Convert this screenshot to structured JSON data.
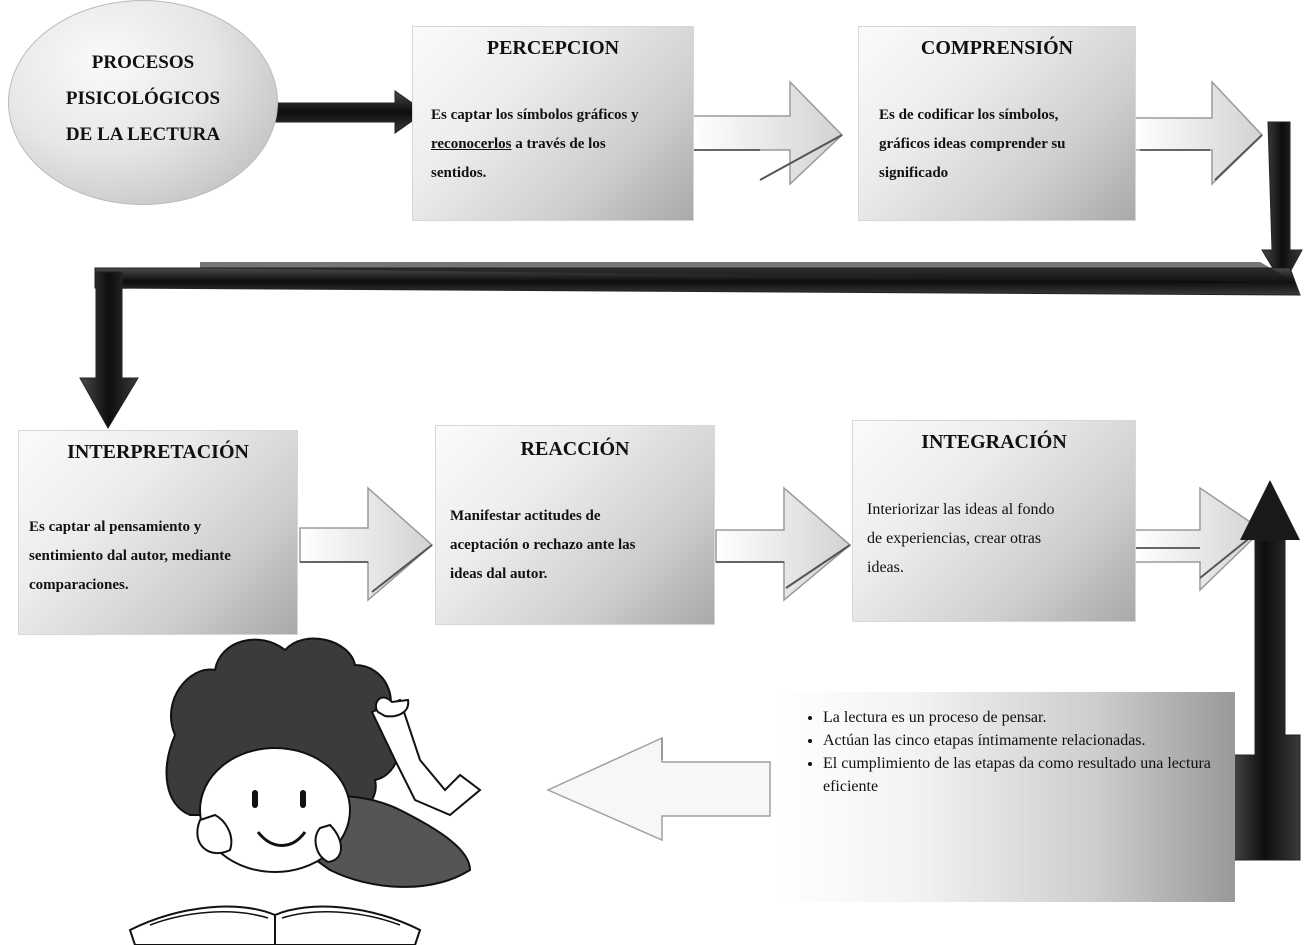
{
  "oval": {
    "lines": [
      "PROCESOS",
      "PISICOLÓGICOS",
      "DE LA LECTURA"
    ]
  },
  "boxes": {
    "percepcion": {
      "title": "PERCEPCION",
      "text_1": "Es captar los símbolos gráficos y",
      "text_2a": "reconocerlos",
      "text_2b": " a través de los",
      "text_3": "sentidos."
    },
    "comprension": {
      "title": "COMPRENSIÓN",
      "text_1": "Es de codificar los símbolos,",
      "text_2": "gráficos ideas comprender su",
      "text_3": "significado"
    },
    "interpretacion": {
      "title": "INTERPRETACIÓN",
      "text_1": "Es captar al pensamiento y",
      "text_2": "sentimiento dal autor, mediante",
      "text_3": "comparaciones."
    },
    "reaccion": {
      "title": "REACCIÓN",
      "text_1": "Manifestar actitudes de",
      "text_2": "aceptación o rechazo ante las",
      "text_3": "ideas dal autor."
    },
    "integracion": {
      "title": "INTEGRACIÓN",
      "text_1": "Interiorizar las ideas al fondo",
      "text_2": "de experiencias, crear otras",
      "text_3": "ideas."
    }
  },
  "note": {
    "bullets": [
      "La lectura es un proceso de pensar.",
      "Actúan las cinco etapas íntimamente relacionadas.",
      "El cumplimiento de las etapas da como resultado una lectura eficiente"
    ]
  },
  "colors": {
    "dark_arrow": "#1a1a1a",
    "box_light": "#fbfbfb",
    "box_dark": "#a9a9a9",
    "arrow_outline": "#9a9a9a"
  },
  "icons": [
    "child-reading-illustration"
  ]
}
